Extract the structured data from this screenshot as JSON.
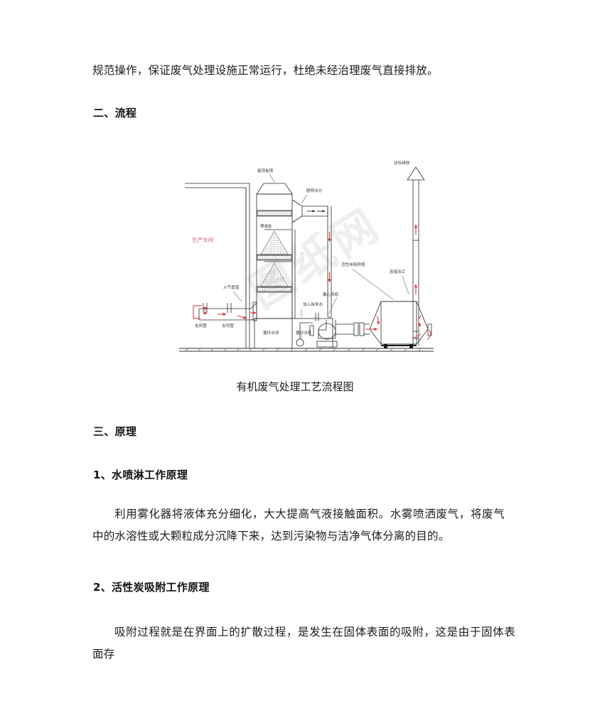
{
  "document": {
    "paragraphs": [
      {
        "id": "p-intro",
        "text": "规范操作，保证废气处理设施正常运行，杜绝未经治理废气直接排放。"
      },
      {
        "id": "p-spray-principle",
        "text": "利用雾化器将液体充分细化，大大提高气液接触面积。水雾喷洒废气，将废气中的水溶性或大颗粒成分沉降下来，达到污染物与洁净气体分离的目的。"
      },
      {
        "id": "p-carbon-principle",
        "text": "吸附过程就是在界面上的扩散过程，是发生在固体表面的吸附，这是由于固体表面存"
      }
    ],
    "headings": {
      "section_two": "二、流程",
      "section_three": "三、原理",
      "sub_one": "1、水喷淋工作原理",
      "sub_two": "2、活性炭吸附工作原理"
    },
    "figure": {
      "caption": "有机废气处理工艺流程图",
      "watermark": "图纸网",
      "accent_color": "#d33b3b",
      "line_color": "#2b2b2b",
      "labels": {
        "workshop": "生产车间",
        "branch_duct_left": "支风管",
        "branch_duct_right": "支风管",
        "inlet_duct": "入气管道",
        "cyclone_tower": "旋流板塔",
        "demister": "脱除水分",
        "spray_head": "喷淋头",
        "circulating_pool": "循环水池",
        "circulating_pump": "循环水泵",
        "tap_water": "加入自来水",
        "centrifugal_fan": "离心风机",
        "carbon_tower": "活性炭吸附塔",
        "connect_flange": "连接法兰",
        "standard_emission": "达标排放"
      }
    }
  }
}
